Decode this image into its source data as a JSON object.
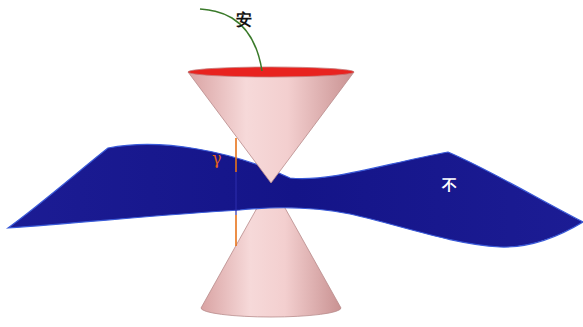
{
  "diagram": {
    "labels": [
      "安",
      "γ",
      "不"
    ]
  }
}
